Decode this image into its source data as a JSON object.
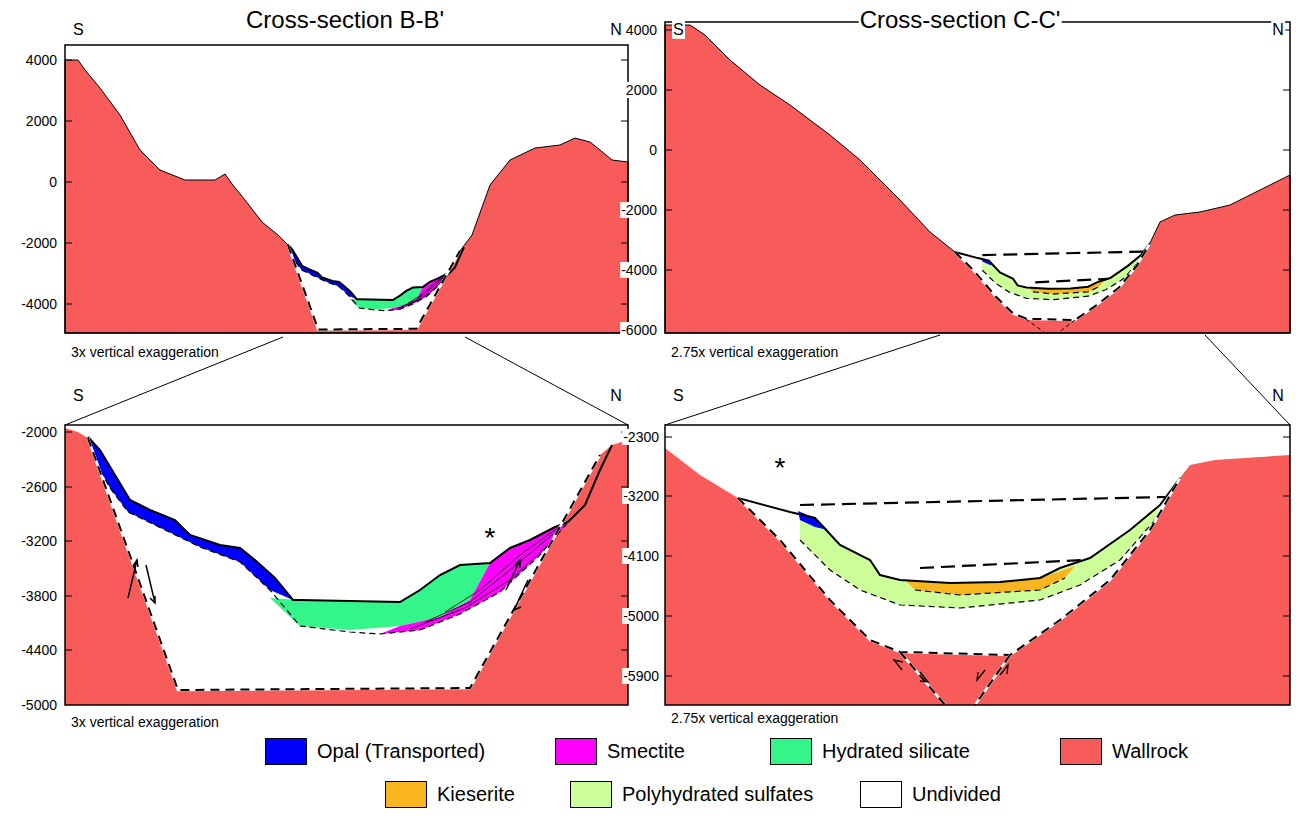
{
  "diagram": {
    "labels": [
      "Cross-section B-B'",
      "S",
      "N",
      "4000",
      "2000",
      "0",
      "-2000",
      "-4000",
      "3x vertical exaggeration",
      "S",
      "N",
      "-2000",
      "-2600",
      "-3200",
      "-3800",
      "-4400",
      "-5000",
      "3x vertical exaggeration",
      "*",
      "Cross-section C-C'",
      "S",
      "N",
      "4000",
      "2000",
      "0",
      "-2000",
      "-4000",
      "-6000",
      "2.75x vertical exaggeration",
      "S",
      "N",
      "-2300",
      "-3200",
      "-4100",
      "-5000",
      "-5900",
      "2.75x vertical exaggeration",
      "*"
    ],
    "legend": [
      {
        "text": "Opal (Transported)",
        "color": "#0000ff"
      },
      {
        "text": "Smectite",
        "color": "#ff00ff"
      },
      {
        "text": "Hydrated silicate",
        "color": "#33f58a"
      },
      {
        "text": "Wallrock",
        "color": "#f75c5a"
      },
      {
        "text": "Kieserite",
        "color": "#f9b51f"
      },
      {
        "text": "Polyhydrated sulfates",
        "color": "#ccff99"
      },
      {
        "text": "Undivided",
        "color": "#ffffff"
      }
    ]
  }
}
